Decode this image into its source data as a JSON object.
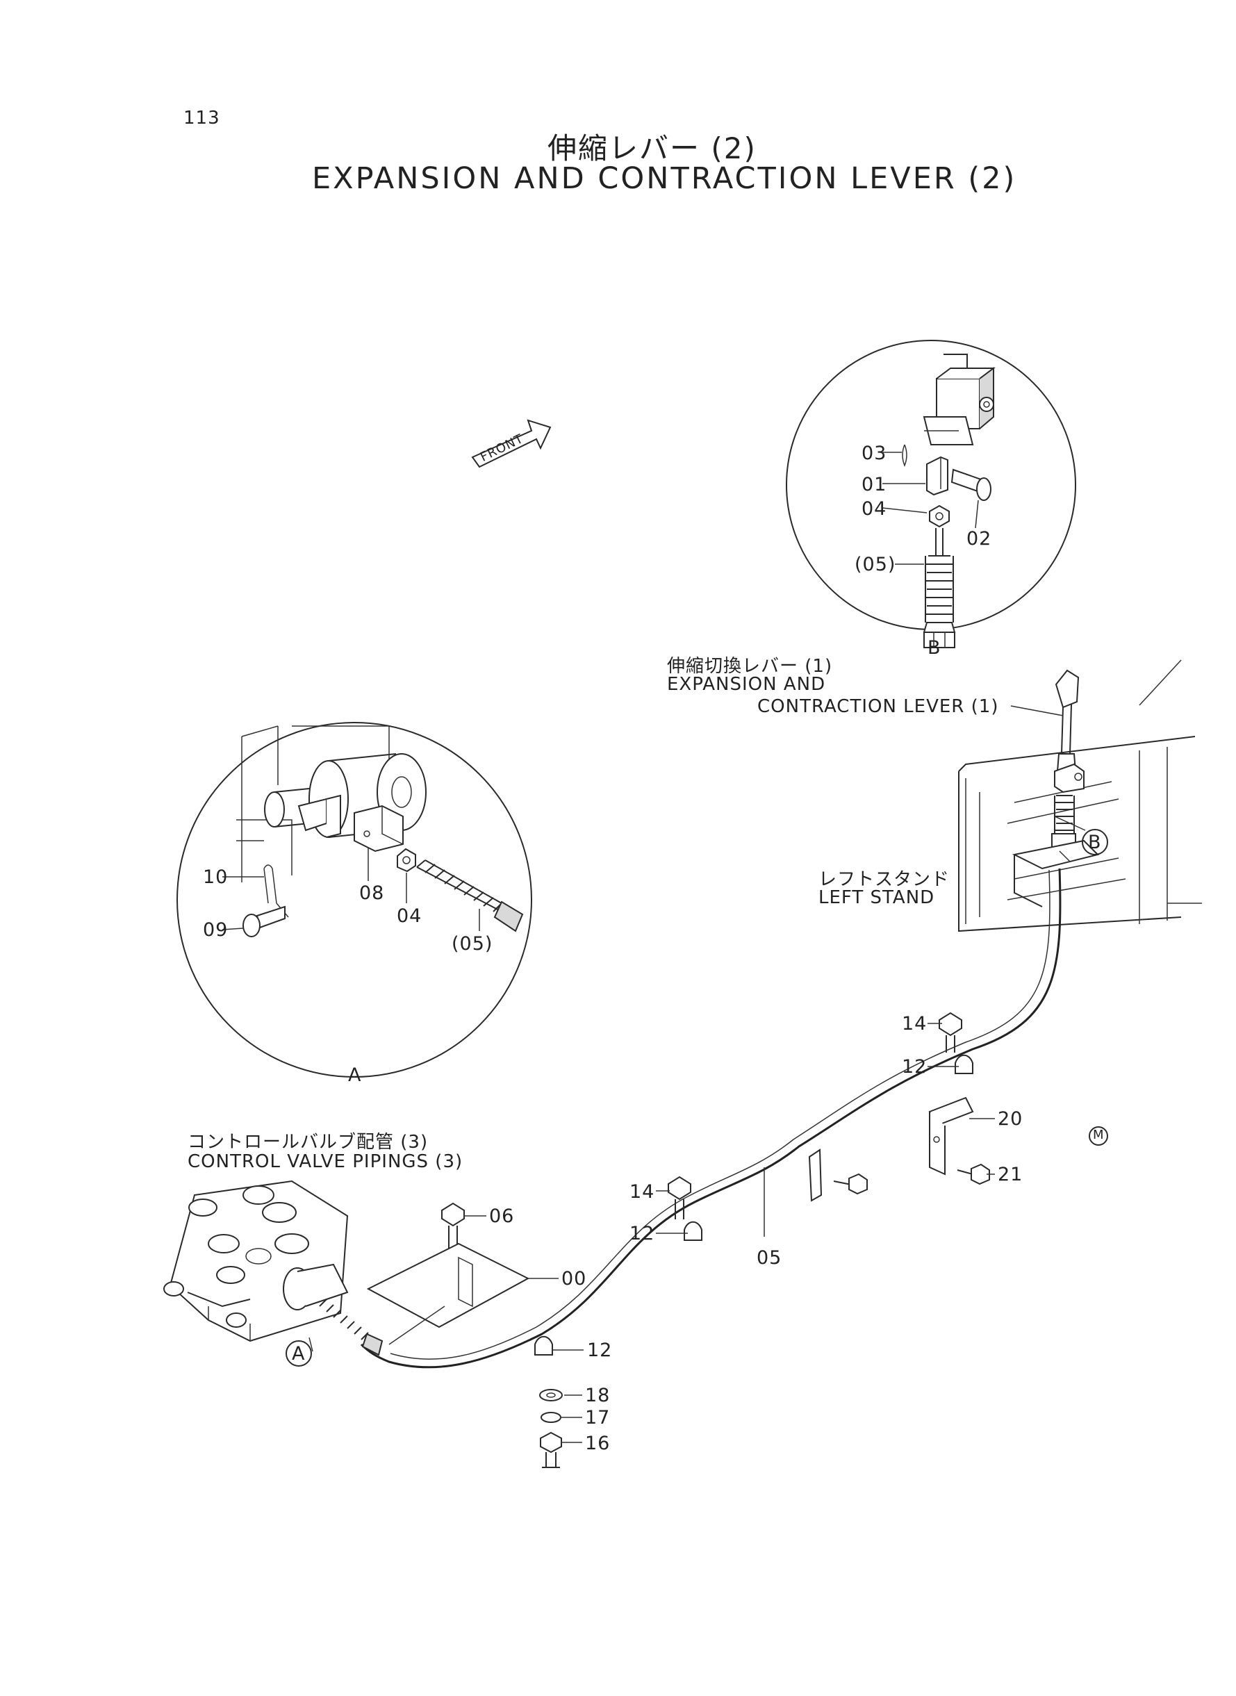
{
  "page": {
    "number": "113"
  },
  "title": {
    "jp": "伸縮レバー (2)",
    "en": "EXPANSION AND CONTRACTION LEVER (2)"
  },
  "front_arrow": {
    "label": "FRONT"
  },
  "detail_views": {
    "a": "A",
    "b": "B"
  },
  "markers": {
    "a": "A",
    "b": "B",
    "m": "M"
  },
  "callouts": {
    "b_03": "03",
    "b_01": "01",
    "b_04": "04",
    "b_02": "02",
    "b_05": "(05)",
    "a_10": "10",
    "a_09": "09",
    "a_08": "08",
    "a_04": "04",
    "a_05": "(05)",
    "c_14a": "14",
    "c_12a": "12",
    "c_20": "20",
    "c_21": "21",
    "c_14b": "14",
    "c_12b": "12",
    "c_06": "06",
    "c_05": "05",
    "c_00": "00",
    "c_12c": "12",
    "c_18": "18",
    "c_17": "17",
    "c_16": "16"
  },
  "references": {
    "lever_jp": "伸縮切換レバー (1)",
    "lever_en_1": "EXPANSION AND",
    "lever_en_2": "CONTRACTION LEVER (1)",
    "stand_jp": "レフトスタンド",
    "stand_en": "LEFT STAND",
    "valve_jp": "コントロールバルブ配管 (3)",
    "valve_en": "CONTROL VALVE PIPINGS (3)"
  }
}
